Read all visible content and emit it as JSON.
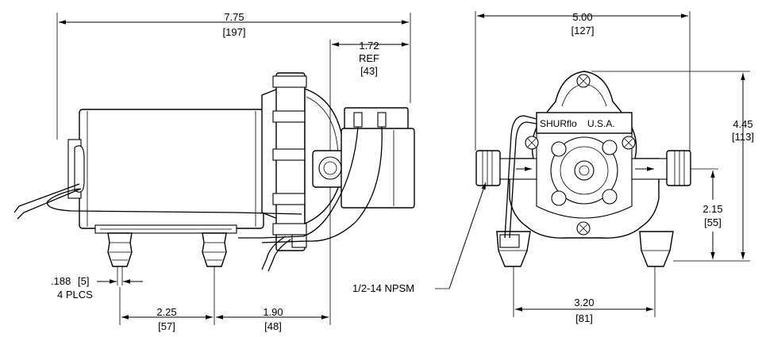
{
  "side_view": {
    "overall_length": {
      "in": "7.75",
      "mm": "[197]"
    },
    "head_ref": {
      "in": "1.72",
      "ref": "REF",
      "mm": "[43]"
    },
    "mount_hole": {
      "in": ".188",
      "mm": "[5]",
      "count": "4 PLCS"
    },
    "mount_spacing": {
      "in": "2.25",
      "mm": "[57]"
    },
    "mount_to_port": {
      "in": "1.90",
      "mm": "[48]"
    }
  },
  "front_view": {
    "overall_width": {
      "in": "5.00",
      "mm": "[127]"
    },
    "overall_height": {
      "in": "4.45",
      "mm": "[113]"
    },
    "port_height": {
      "in": "2.15",
      "mm": "[55]"
    },
    "foot_spacing": {
      "in": "3.20",
      "mm": "[81]"
    },
    "port_thread": "1/2-14 NPSM",
    "brand_label": "SHURflo",
    "origin_label": "U.S.A."
  }
}
